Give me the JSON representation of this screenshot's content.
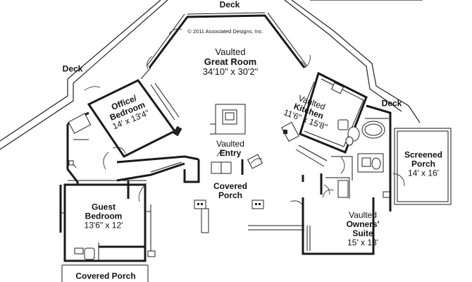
{
  "copyright": "© 2011 Associated Designs, Inc.",
  "rooms": {
    "deck_top": {
      "name": "Deck"
    },
    "deck_left": {
      "name": "Deck"
    },
    "deck_right": {
      "name": "Deck"
    },
    "great_room": {
      "line1": "Vaulted",
      "line2": "Great Room",
      "dims": "34'10\" x 30'2\""
    },
    "office": {
      "line1": "Office/",
      "line2": "Bedroom",
      "dims": "14' x 13'4\""
    },
    "kitchen": {
      "line1": "Vaulted",
      "line2": "Kitchen",
      "dims": "11'6\" x 15'8\""
    },
    "entry": {
      "line1": "Vaulted",
      "line2": "Entry"
    },
    "covered_porch_front": {
      "line1": "Covered",
      "line2": "Porch"
    },
    "screened_porch": {
      "line1": "Screened",
      "line2": "Porch",
      "dims": "14' x 16'"
    },
    "guest": {
      "line1": "Guest",
      "line2": "Bedroom",
      "dims": "13'6\" x 12'"
    },
    "owners": {
      "line1": "Vaulted",
      "line2": "Owners'",
      "line3": "Suite",
      "dims": "15' x 13'"
    },
    "covered_porch_bottom": {
      "name": "Covered Porch"
    }
  }
}
